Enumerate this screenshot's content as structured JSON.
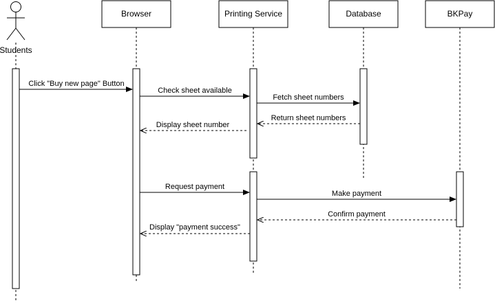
{
  "participants": {
    "students": "Students",
    "browser": "Browser",
    "printing_service": "Printing Service",
    "database": "Database",
    "bkpay": "BKPay"
  },
  "messages": {
    "m1": "Click \"Buy new page\" Button",
    "m2": "Check sheet available",
    "m3": "Fetch sheet numbers",
    "m4": "Return sheet numbers",
    "m5": "Display sheet number",
    "m6": "Request payment",
    "m7": "Make payment",
    "m8": "Confirm payment",
    "m9": "Display \"payment success\""
  }
}
